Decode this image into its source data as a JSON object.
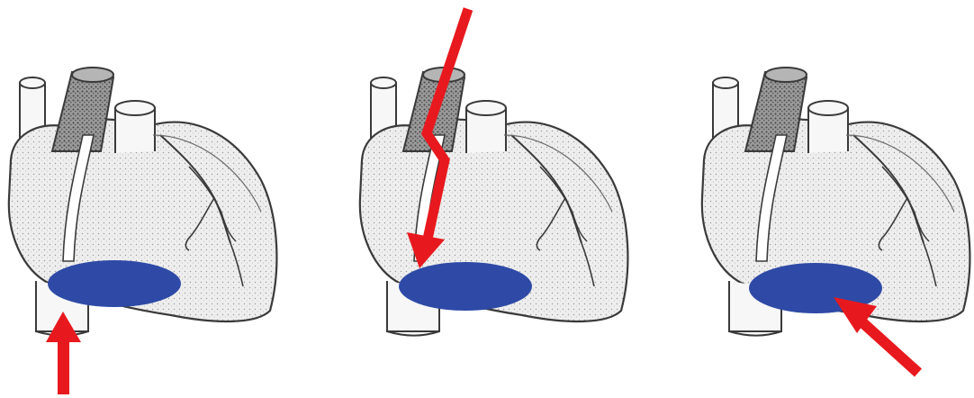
{
  "colors": {
    "background": "#ffffff",
    "heart_fill": "#eeeeee",
    "heart_stroke": "#3a3a3a",
    "vessel_fill": "#f7f7f7",
    "dark_vessel_fill": "#8a8a8a",
    "target_region": "#2e4aa6",
    "arrow": "#e8191e"
  },
  "panels": [
    {
      "name": "panel-1",
      "arrow_approach": "from-below"
    },
    {
      "name": "panel-2",
      "arrow_approach": "from-above"
    },
    {
      "name": "panel-3",
      "arrow_approach": "from-lower-right"
    }
  ],
  "icons": [
    "heart-illustration-icon",
    "arrow-icon",
    "blue-target-region-icon"
  ]
}
